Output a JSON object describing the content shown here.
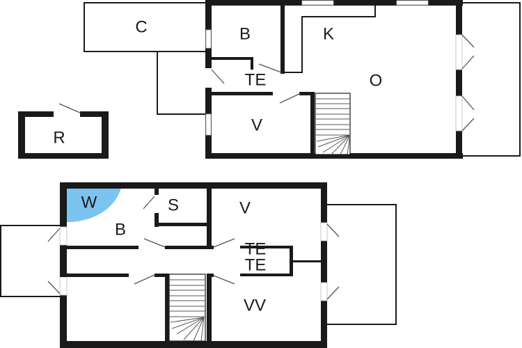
{
  "diagram": {
    "type": "floor-plan",
    "floors": [
      {
        "name": "upper-plan",
        "rooms": [
          {
            "id": "c",
            "label": "C"
          },
          {
            "id": "b",
            "label": "B"
          },
          {
            "id": "k",
            "label": "K"
          },
          {
            "id": "te",
            "label": "TE"
          },
          {
            "id": "o",
            "label": "O"
          },
          {
            "id": "v",
            "label": "V"
          },
          {
            "id": "r",
            "label": "R"
          }
        ]
      },
      {
        "name": "lower-plan",
        "rooms": [
          {
            "id": "w",
            "label": "W"
          },
          {
            "id": "b",
            "label": "B"
          },
          {
            "id": "s",
            "label": "S"
          },
          {
            "id": "v",
            "label": "V"
          },
          {
            "id": "te",
            "label": "TE"
          },
          {
            "id": "te2",
            "label": "TE"
          },
          {
            "id": "vv",
            "label": "VV"
          }
        ]
      }
    ],
    "colors": {
      "wall": "#1a1a1a",
      "wc_fixture": "#7cc4f0",
      "background": "#ffffff"
    }
  }
}
